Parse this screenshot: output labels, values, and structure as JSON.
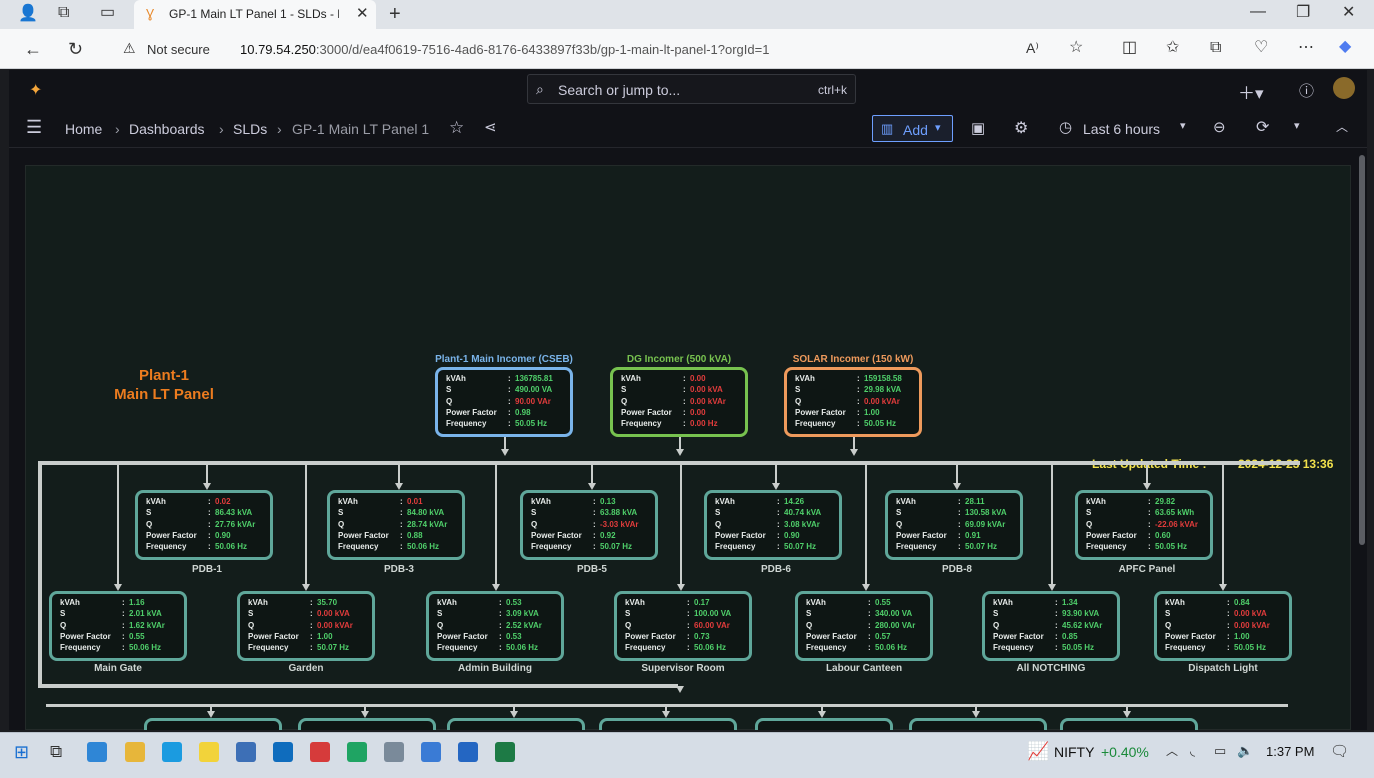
{
  "browser": {
    "tab_title": "GP-1 Main LT Panel 1 - SLDs - Dashboards",
    "security": "Not secure",
    "url_host": "10.79.54.250",
    "url_rest": ":3000/d/ea4f0619-7516-4ad6-8176-6433897f33b/gp-1-main-lt-panel-1?orgId=1"
  },
  "grafana": {
    "search_placeholder": "Search or jump to...",
    "search_shortcut": "ctrl+k",
    "breadcrumbs": [
      "Home",
      "Dashboards",
      "SLDs",
      "GP-1 Main LT Panel 1"
    ],
    "add_label": "Add",
    "time_range": "Last 6 hours"
  },
  "panel": {
    "title_line1": "Plant-1",
    "title_line2": "Main LT Panel",
    "last_updated_label": "Last Updated Time :",
    "last_updated_value": "2024-12-23 13:36"
  },
  "field_labels": {
    "kvah": "kVAh",
    "s": "S",
    "q": "Q",
    "pf": "Power Factor",
    "freq": "Frequency",
    "colon": ":"
  },
  "incomers": [
    {
      "name": "Plant-1 Main Incomer (CSEB)",
      "kvah": "136785.81",
      "s": "490.00 VA",
      "q": "90.00 VAr",
      "pf": "0.98",
      "freq": "50.05 Hz"
    },
    {
      "name": "DG Incomer (500 kVA)",
      "kvah": "0.00",
      "s": "0.00 kVA",
      "q": "0.00 kVAr",
      "pf": "0.00",
      "freq": "0.00 Hz"
    },
    {
      "name": "SOLAR Incomer (150 kW)",
      "kvah": "159158.58",
      "s": "29.98 kVA",
      "q": "0.00 kVAr",
      "pf": "1.00",
      "freq": "50.05 Hz"
    }
  ],
  "pdbs": [
    {
      "name": "PDB-1",
      "kvah": "0.02",
      "s": "86.43 kVA",
      "q": "27.76 kVAr",
      "pf": "0.90",
      "freq": "50.06 Hz"
    },
    {
      "name": "PDB-3",
      "kvah": "0.01",
      "s": "84.80 kVA",
      "q": "28.74 kVAr",
      "pf": "0.88",
      "freq": "50.06 Hz"
    },
    {
      "name": "PDB-5",
      "kvah": "0.13",
      "s": "63.88 kVA",
      "q": "-3.03 kVAr",
      "pf": "0.92",
      "freq": "50.07 Hz"
    },
    {
      "name": "PDB-6",
      "kvah": "14.26",
      "s": "40.74 kVA",
      "q": "3.08 kVAr",
      "pf": "0.90",
      "freq": "50.07 Hz"
    },
    {
      "name": "PDB-8",
      "kvah": "28.11",
      "s": "130.58 kVA",
      "q": "69.09 kVAr",
      "pf": "0.91",
      "freq": "50.07 Hz"
    },
    {
      "name": "APFC Panel",
      "kvah": "29.82",
      "s": "63.65 kWh",
      "q": "-22.06 kVAr",
      "pf": "0.60",
      "freq": "50.05 Hz"
    }
  ],
  "feeders": [
    {
      "name": "Main Gate",
      "kvah": "1.16",
      "s": "2.01 kVA",
      "q": "1.62 kVAr",
      "pf": "0.55",
      "freq": "50.06 Hz"
    },
    {
      "name": "Garden",
      "kvah": "35.70",
      "s": "0.00 kVA",
      "q": "0.00 kVAr",
      "pf": "1.00",
      "freq": "50.07 Hz"
    },
    {
      "name": "Admin Building",
      "kvah": "0.53",
      "s": "3.09 kVA",
      "q": "2.52 kVAr",
      "pf": "0.53",
      "freq": "50.06 Hz"
    },
    {
      "name": "Supervisor Room",
      "kvah": "0.17",
      "s": "100.00 VA",
      "q": "60.00 VAr",
      "pf": "0.73",
      "freq": "50.06 Hz"
    },
    {
      "name": "Labour Canteen",
      "kvah": "0.55",
      "s": "340.00 VA",
      "q": "280.00 VAr",
      "pf": "0.57",
      "freq": "50.06 Hz"
    },
    {
      "name": "All NOTCHING",
      "kvah": "1.34",
      "s": "93.90 kVA",
      "q": "45.62 kVAr",
      "pf": "0.85",
      "freq": "50.05 Hz"
    },
    {
      "name": "Dispatch  Light",
      "kvah": "0.84",
      "s": "0.00 kVA",
      "q": "0.00 kVAr",
      "pf": "1.00",
      "freq": "50.05 Hz"
    }
  ],
  "colors": {
    "good": "#4fcf6a",
    "bad": "#e23c3c",
    "accent": "#ec7c1f",
    "timestamp": "#f2e14c"
  },
  "taskbar": {
    "ticker": "NIFTY",
    "ticker_change": "+0.40%",
    "clock": "1:37 PM"
  }
}
